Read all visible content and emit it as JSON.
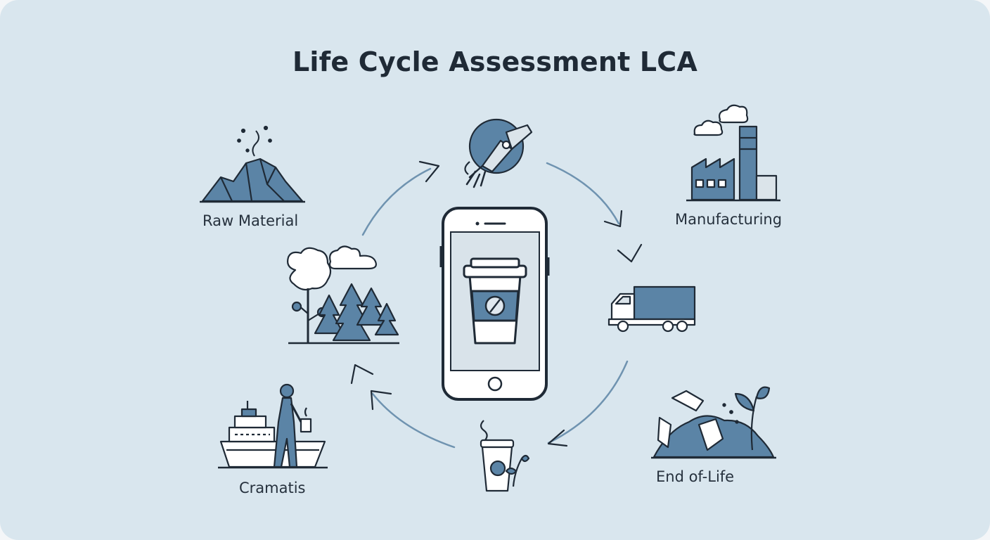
{
  "diagram": {
    "title": "Life Cycle Assessment LCA",
    "labels": {
      "raw_material": "Raw Material",
      "manufacturing": "Manufacturing",
      "cramatis": "Cramatis",
      "end_of_life": "End of-Life"
    },
    "colors": {
      "background": "#d9e6ee",
      "stroke": "#1f2a36",
      "fill": "#5b84a6",
      "arrow": "#6f93b0"
    },
    "icons": [
      "mountain-icon",
      "factory-icon",
      "cup-recycle-icon",
      "ship-person-icon",
      "forest-icon",
      "robot-arm-icon",
      "truck-icon",
      "phone-cup-icon",
      "compost-recycle-icon"
    ]
  }
}
